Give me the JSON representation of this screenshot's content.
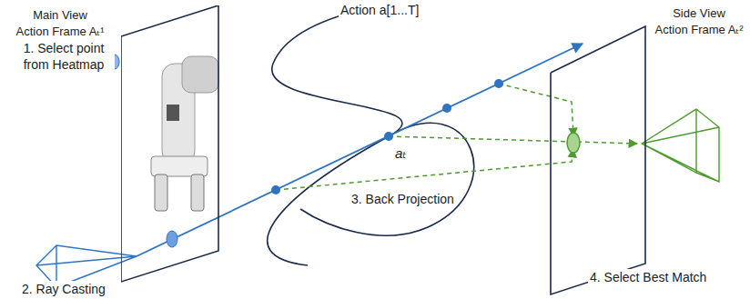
{
  "diagram": {
    "nodes": [
      {
        "text": [
          "Main View",
          "Action Frame Aₜ¹"
        ]
      },
      {
        "text": [
          "Side View",
          "Action Frame Aₜ²"
        ]
      }
    ],
    "labels": [
      "Action a[1...T]",
      "1. Select point from Heatmap",
      "2. Ray Casting",
      "aₜ",
      "3. Back Projection",
      "4. Select Best Match"
    ]
  }
}
